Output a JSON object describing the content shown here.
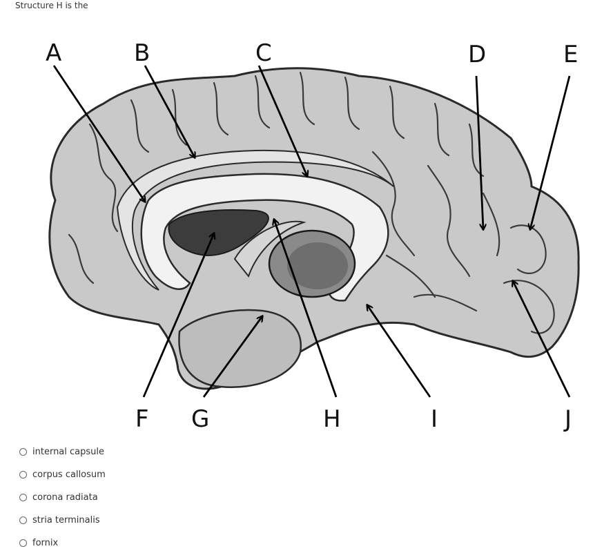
{
  "question": {
    "text": "Structure H is the"
  },
  "figure": {
    "labels": {
      "a": "A",
      "b": "B",
      "c": "C",
      "d": "D",
      "e": "E",
      "f": "F",
      "g": "G",
      "h": "H",
      "i": "I",
      "j": "J"
    }
  },
  "options": [
    {
      "label": "internal capsule",
      "selected": false
    },
    {
      "label": "corpus callosum",
      "selected": false
    },
    {
      "label": "corona radiata",
      "selected": false
    },
    {
      "label": "stria terminalis",
      "selected": false
    },
    {
      "label": "fornix",
      "selected": false
    }
  ],
  "colors": {
    "text": "#333333",
    "cortex": "#c9c9c9",
    "white_matter": "#f2f2f2",
    "outline": "#2a2a2a"
  }
}
